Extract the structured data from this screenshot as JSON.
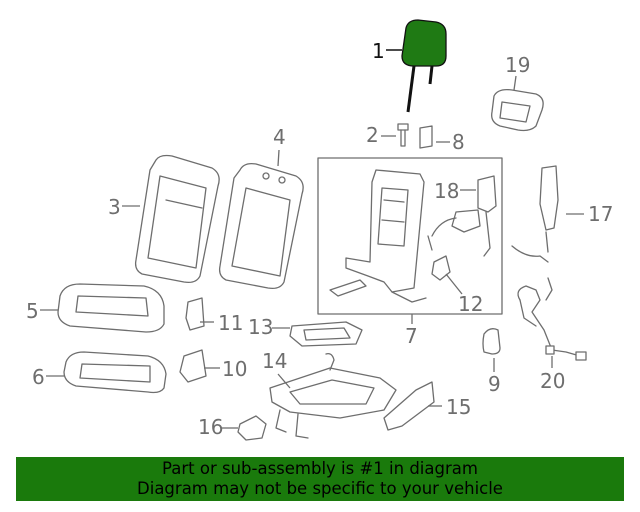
{
  "diagram": {
    "callouts": [
      "1",
      "2",
      "3",
      "4",
      "5",
      "6",
      "7",
      "8",
      "9",
      "10",
      "11",
      "12",
      "13",
      "14",
      "15",
      "16",
      "17",
      "18",
      "19",
      "20"
    ],
    "highlight_color": "#1f7a14"
  },
  "banner": {
    "line1": "Part or sub-assembly is #1 in diagram",
    "line2": "Diagram may not be specific to your vehicle",
    "background": "#1a7a0c"
  }
}
